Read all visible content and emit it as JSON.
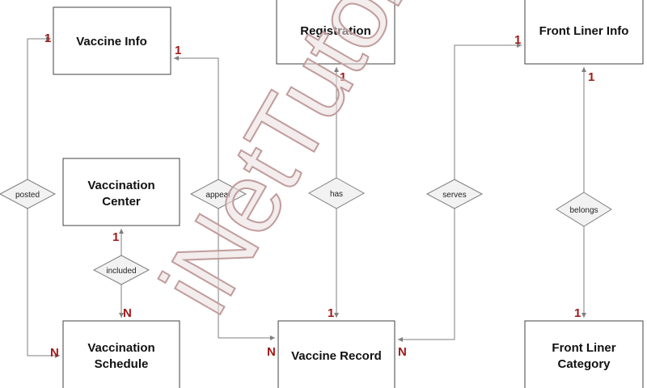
{
  "entities": {
    "vaccine_info": "Vaccine Info",
    "registration": "Registration",
    "front_liner_info": "Front Liner Info",
    "vaccination_center": [
      "Vaccination",
      "Center"
    ],
    "vaccination_schedule": [
      "Vaccination",
      "Schedule"
    ],
    "vaccine_record": "Vaccine Record",
    "front_liner_category": [
      "Front Liner",
      "Category"
    ]
  },
  "relationships": {
    "posted": "posted",
    "appear": "appear",
    "has": "has",
    "serves": "serves",
    "belongs": "belongs",
    "included": "included"
  },
  "cardinalities": {
    "posted_vaccine_info": "1",
    "posted_schedule": "N",
    "appear_vaccine_info": "1",
    "appear_record": "N",
    "has_registration": "1",
    "has_record": "1",
    "serves_front_liner": "1",
    "serves_record": "N",
    "belongs_front_liner": "1",
    "belongs_category": "1",
    "included_center": "1",
    "included_schedule": "N"
  },
  "watermark": "iNetTutor.com",
  "colors": {
    "cardinality": "#a31818",
    "edge": "#7f7f7f",
    "diamond_fill": "#f2f2f2",
    "watermark_fill": "#e9dede"
  }
}
